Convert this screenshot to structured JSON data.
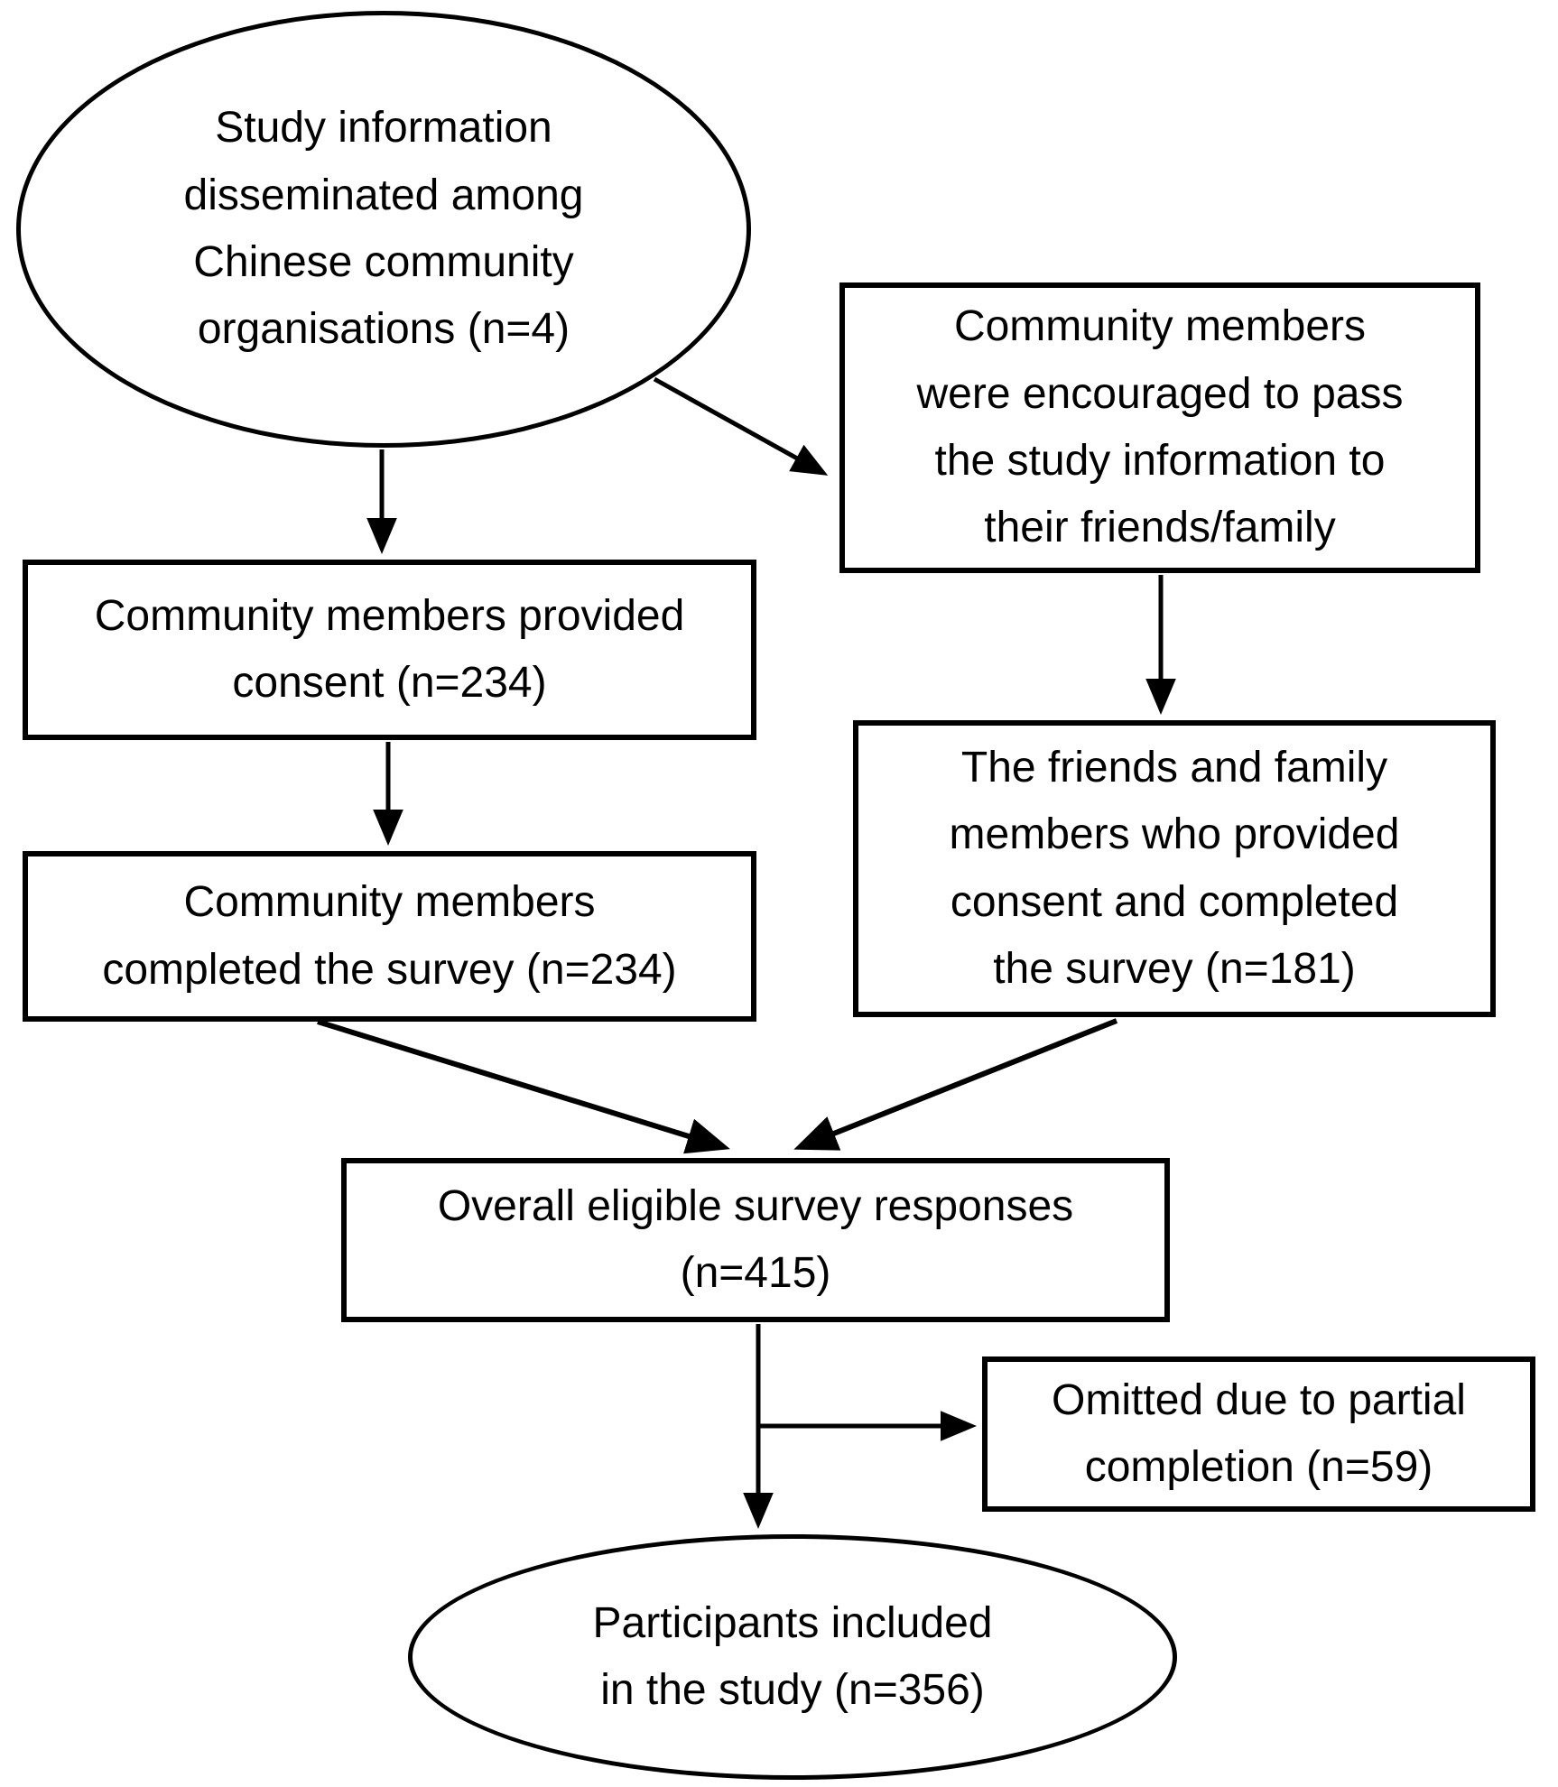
{
  "diagram": {
    "type": "flowchart",
    "colors": {
      "stroke": "#000000",
      "fill": "#ffffff",
      "text": "#000000"
    },
    "nodes": [
      {
        "id": "disseminated",
        "shape": "ellipse",
        "lines": [
          "Study information",
          "disseminated among",
          "Chinese community",
          "organisations (n=4)"
        ]
      },
      {
        "id": "pass-along",
        "shape": "rect",
        "lines": [
          "Community members",
          "were encouraged to pass",
          "the study information to",
          "their friends/family"
        ]
      },
      {
        "id": "consent",
        "shape": "rect",
        "lines": [
          "Community members provided",
          "consent (n=234)"
        ]
      },
      {
        "id": "completed",
        "shape": "rect",
        "lines": [
          "Community members",
          "completed the survey (n=234)"
        ]
      },
      {
        "id": "friends-family",
        "shape": "rect",
        "lines": [
          "The friends and family",
          "members who provided",
          "consent and completed",
          "the survey (n=181)"
        ]
      },
      {
        "id": "overall",
        "shape": "rect",
        "lines": [
          "Overall eligible survey responses",
          "(n=415)"
        ]
      },
      {
        "id": "omitted",
        "shape": "rect",
        "lines": [
          "Omitted due to partial",
          "completion (n=59)"
        ]
      },
      {
        "id": "included",
        "shape": "ellipse",
        "lines": [
          "Participants included",
          "in the study (n=356)"
        ]
      }
    ],
    "edges": [
      {
        "from": "disseminated",
        "to": "consent"
      },
      {
        "from": "disseminated",
        "to": "pass-along"
      },
      {
        "from": "consent",
        "to": "completed"
      },
      {
        "from": "pass-along",
        "to": "friends-family"
      },
      {
        "from": "completed",
        "to": "overall"
      },
      {
        "from": "friends-family",
        "to": "overall"
      },
      {
        "from": "overall",
        "to": "included"
      },
      {
        "from": "overall",
        "to": "omitted"
      }
    ]
  }
}
